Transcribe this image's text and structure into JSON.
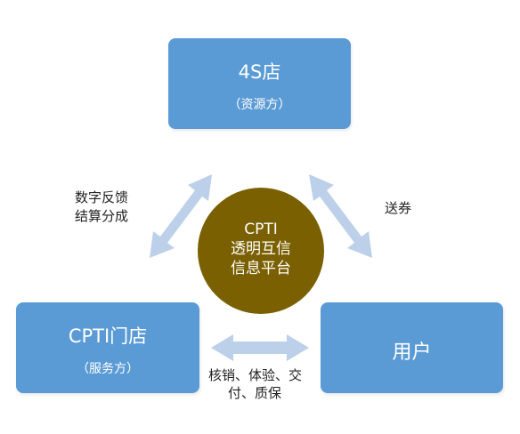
{
  "nodes": {
    "resource": {
      "title": "4S店",
      "subtitle": "（资源方）"
    },
    "store": {
      "title": "CPTI门店",
      "subtitle": "（服务方）"
    },
    "user": {
      "title": "用户"
    },
    "platform": {
      "line1": "CPTI",
      "line2": "透明互信",
      "line3": "信息平台"
    }
  },
  "edges": {
    "store_resource": {
      "line1": "数字反馈",
      "line2": "结算分成"
    },
    "resource_user": {
      "label": "送券"
    },
    "store_user": {
      "line1": "核销、体验、交",
      "line2": "付、质保"
    }
  },
  "colors": {
    "box_fill": "#5b9bd5",
    "center_fill": "#7a6000",
    "arrow_fill": "#bdd0ea",
    "text_dark": "#222222",
    "text_light": "#ffffff"
  }
}
